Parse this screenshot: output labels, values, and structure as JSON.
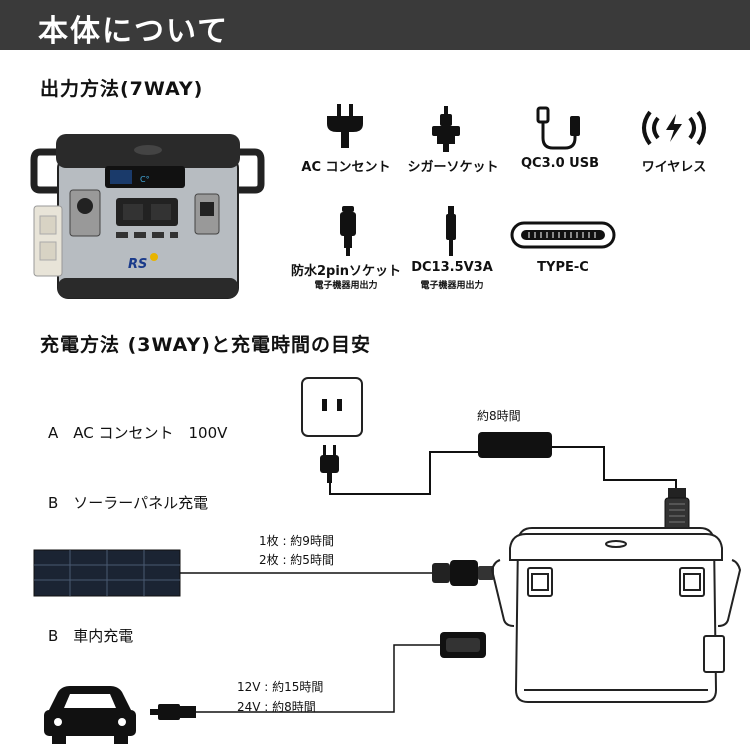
{
  "header": {
    "title": "本体について"
  },
  "output": {
    "title": "出力方法(7WAY)",
    "items": [
      {
        "label": "AC コンセント",
        "icon": "ac-plug-icon"
      },
      {
        "label": "シガーソケット",
        "icon": "cigar-socket-icon"
      },
      {
        "label": "QC3.0 USB",
        "icon": "usb-cable-icon"
      },
      {
        "label": "ワイヤレス",
        "icon": "wireless-icon"
      },
      {
        "label": "防水2pinソケット",
        "sub": "電子機器用出力",
        "icon": "waterproof-2pin-icon"
      },
      {
        "label": "DC13.5V3A",
        "sub": "電子機器用出力",
        "icon": "dc-plug-icon"
      },
      {
        "label": "TYPE-C",
        "icon": "type-c-port-icon"
      }
    ]
  },
  "product": {
    "logo_text": "RS"
  },
  "charging": {
    "title": "充電方法 (3WAY)と充電時間の目安",
    "a_label": "A　AC コンセント　100V",
    "a_time": "約8時間",
    "b_solar_label": "B　ソーラーパネル充電",
    "b_solar_time1": "1枚 : 約9時間",
    "b_solar_time2": "2枚 : 約5時間",
    "b_car_label": "B　車内充電",
    "b_car_time1": "12V : 約15時間",
    "b_car_time2": "24V : 約8時間"
  }
}
